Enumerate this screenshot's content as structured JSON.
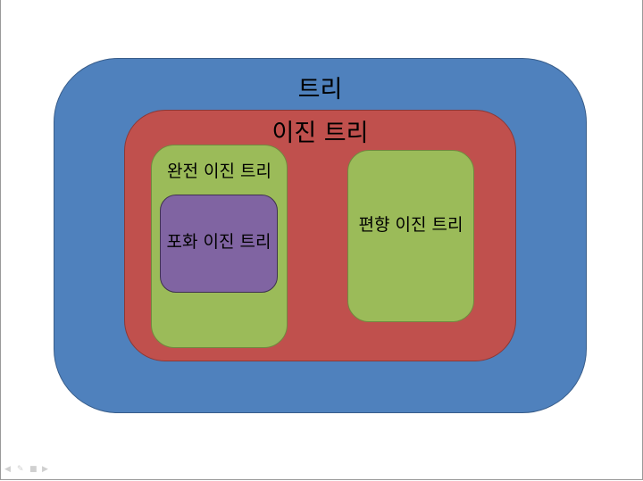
{
  "diagram": {
    "tree": {
      "label": "트리",
      "color": "#4f81bd"
    },
    "binary_tree": {
      "label": "이진 트리",
      "color": "#c0504d"
    },
    "complete_binary_tree": {
      "label": "완전 이진 트리",
      "color": "#9bbb59"
    },
    "full_binary_tree": {
      "label": "포화 이진 트리",
      "color": "#8064a2"
    },
    "skewed_binary_tree": {
      "label": "편향 이진 트리",
      "color": "#9bbb59"
    }
  },
  "slide_nav": {
    "icons": [
      "prev-arrow-icon",
      "pen-icon",
      "slide-menu-icon",
      "next-arrow-icon"
    ]
  }
}
